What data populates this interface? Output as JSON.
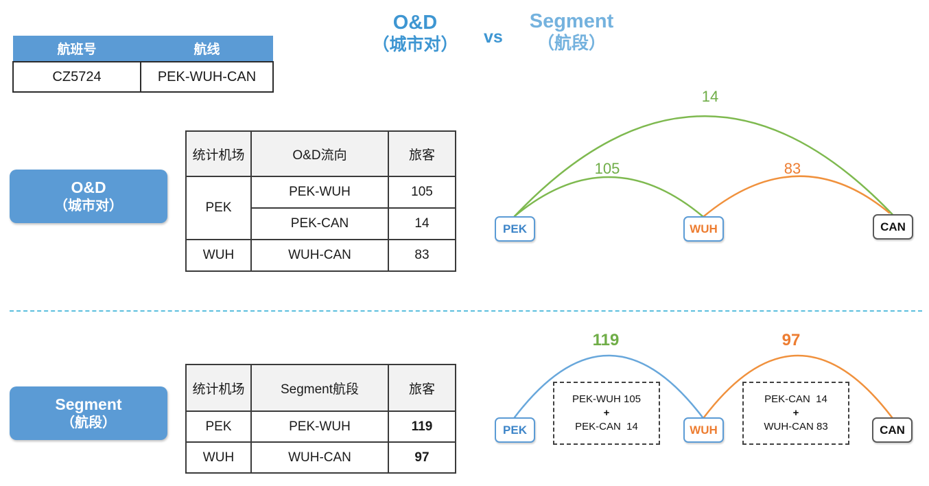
{
  "flight_info": {
    "header_flight_no": "航班号",
    "header_route": "航线",
    "flight_no": "CZ5724",
    "route": "PEK-WUH-CAN"
  },
  "title": {
    "od": "O&D",
    "od_sub": "（城市对）",
    "vs": "vs",
    "segment": "Segment",
    "segment_sub": "（航段）"
  },
  "od_section": {
    "label": "O&D",
    "label_sub": "（城市对）",
    "table": {
      "col_airport": "统计机场",
      "col_flow": "O&D流向",
      "col_pax": "旅客",
      "airport_pek": "PEK",
      "airport_wuh": "WUH",
      "row_pek_wuh": {
        "flow": "PEK-WUH",
        "pax": "105"
      },
      "row_pek_can": {
        "flow": "PEK-CAN",
        "pax": "14"
      },
      "row_wuh_can": {
        "flow": "WUH-CAN",
        "pax": "83"
      }
    },
    "diagram": {
      "node_pek": "PEK",
      "node_wuh": "WUH",
      "node_can": "CAN",
      "label_pek_wuh": "105",
      "label_pek_can": "14",
      "label_wuh_can": "83"
    }
  },
  "segment_section": {
    "label": "Segment",
    "label_sub": "（航段）",
    "table": {
      "col_airport": "统计机场",
      "col_segment": "Segment航段",
      "col_pax": "旅客",
      "row_pek": {
        "airport": "PEK",
        "segment": "PEK-WUH",
        "pax": "119"
      },
      "row_wuh": {
        "airport": "WUH",
        "segment": "WUH-CAN",
        "pax": "97"
      }
    },
    "diagram": {
      "node_pek": "PEK",
      "node_wuh": "WUH",
      "node_can": "CAN",
      "label_pek_wuh": "119",
      "label_wuh_can": "97",
      "sum_left": {
        "line1": "PEK-WUH 105",
        "plus": "+",
        "line2": "PEK-CAN  14"
      },
      "sum_right": {
        "line1": "PEK-CAN  14",
        "plus": "+",
        "line2": "WUH-CAN 83"
      }
    }
  },
  "colors": {
    "blue": "#5B9BD5",
    "green": "#6FAD47",
    "orange": "#ED7D31"
  }
}
